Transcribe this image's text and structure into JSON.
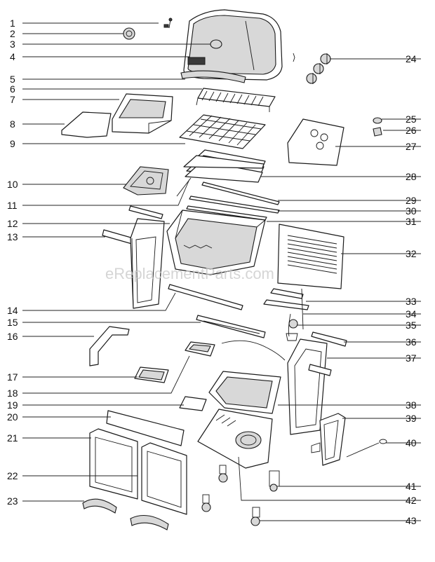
{
  "watermark": "eReplacementParts.com",
  "callouts": {
    "c1": "1",
    "c2": "2",
    "c3": "3",
    "c4": "4",
    "c5": "5",
    "c6": "6",
    "c7": "7",
    "c8": "8",
    "c9": "9",
    "c10": "10",
    "c11": "11",
    "c12": "12",
    "c13": "13",
    "c14": "14",
    "c15": "15",
    "c16": "16",
    "c17": "17",
    "c18": "18",
    "c19": "19",
    "c20": "20",
    "c21": "21",
    "c22": "22",
    "c23": "23",
    "c24": "24",
    "c25": "25",
    "c26": "26",
    "c27": "27",
    "c28": "28",
    "c29": "29",
    "c30": "30",
    "c31": "31",
    "c32": "32",
    "c33": "33",
    "c34": "34",
    "c35": "35",
    "c36": "36",
    "c37": "37",
    "c38": "38",
    "c39": "39",
    "c40": "40",
    "c41": "41",
    "c42": "42",
    "c43": "43"
  }
}
